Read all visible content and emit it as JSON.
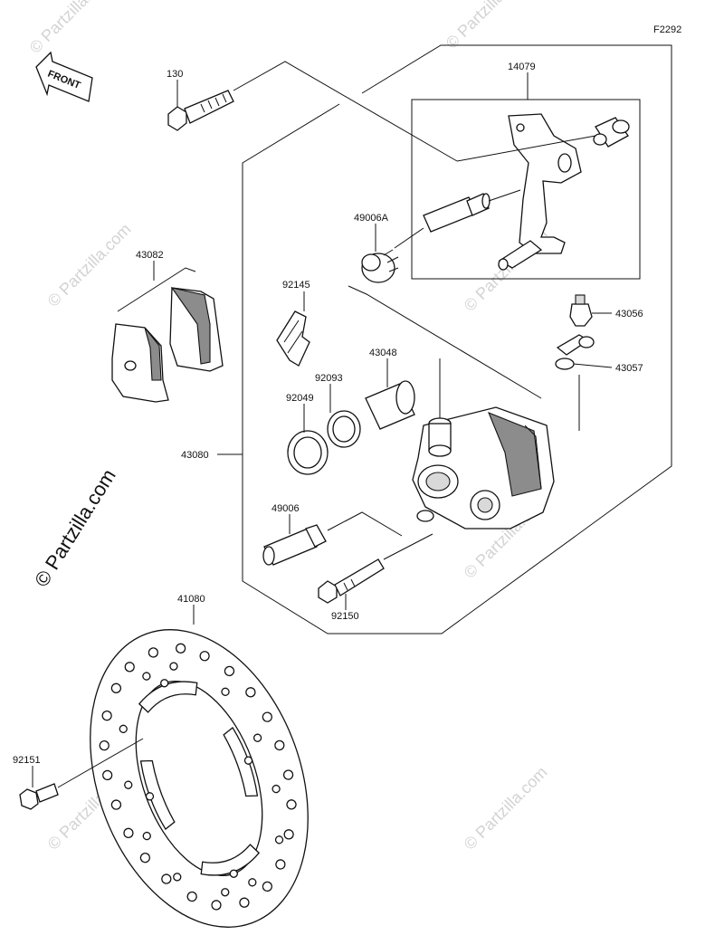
{
  "figure_code": "F2292",
  "direction_label": "FRONT",
  "copyright_watermark": "© Partzilla.com",
  "watermark_text": "© Partzilla.com",
  "parts": [
    {
      "id": "p130",
      "label": "130"
    },
    {
      "id": "p14079",
      "label": "14079"
    },
    {
      "id": "p49006A",
      "label": "49006A"
    },
    {
      "id": "p43082",
      "label": "43082"
    },
    {
      "id": "p92145",
      "label": "92145"
    },
    {
      "id": "p43056",
      "label": "43056"
    },
    {
      "id": "p43057",
      "label": "43057"
    },
    {
      "id": "p43048",
      "label": "43048"
    },
    {
      "id": "p92093",
      "label": "92093"
    },
    {
      "id": "p92049",
      "label": "92049"
    },
    {
      "id": "p43080",
      "label": "43080"
    },
    {
      "id": "p49006",
      "label": "49006"
    },
    {
      "id": "p92150",
      "label": "92150"
    },
    {
      "id": "p41080",
      "label": "41080"
    },
    {
      "id": "p92151",
      "label": "92151"
    }
  ]
}
